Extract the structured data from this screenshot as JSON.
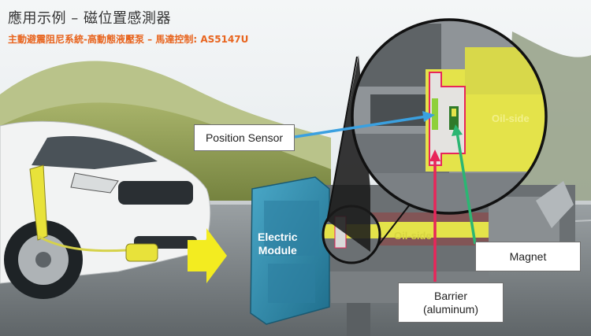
{
  "title": "應用示例 – 磁位置感測器",
  "subtitle": "主動避震阻尼系統-高動態液壓泵 – 馬達控制: AS5147U",
  "colors": {
    "subtitle": "#e8641e",
    "module": "#2f8fb0",
    "oil_part": "#e4e34a",
    "sensor_arrow": "#3aa0e0",
    "barrier_arrow": "#e8265a",
    "magnet_arrow": "#2bb673",
    "callout_border": "#6f6f6f"
  },
  "labels": {
    "electric_module": [
      "Electric",
      "Module"
    ],
    "oil_side_main": "Oil-side",
    "oil_side_zoom": "Oil-side"
  },
  "callouts": {
    "position_sensor": "Position Sensor",
    "magnet": "Magnet",
    "barrier_line1": "Barrier",
    "barrier_line2": "(aluminum)"
  }
}
